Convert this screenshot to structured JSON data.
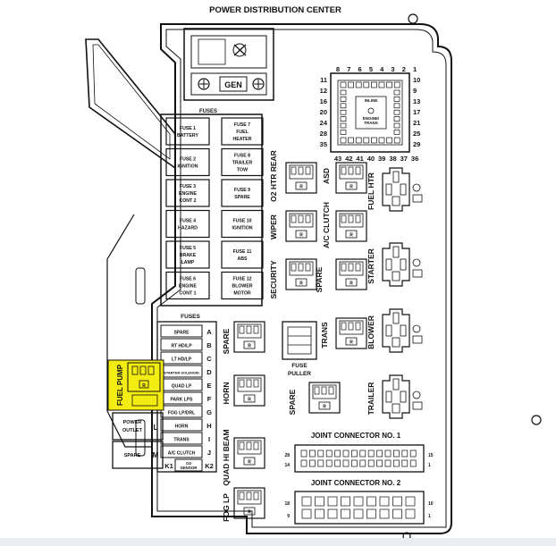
{
  "title": "POWER DISTRIBUTION CENTER",
  "generator_label": "GEN",
  "fuses_top_header": "FUSES",
  "fuses_left": [
    [
      "FUSE 1",
      "BATTERY"
    ],
    [
      "FUSE 2",
      "IGNITION"
    ],
    [
      "FUSE 3",
      "ENGINE",
      "CONT 2"
    ],
    [
      "FUSE 4",
      "HAZARD"
    ],
    [
      "FUSE 5",
      "BRAKE",
      "LAMP"
    ],
    [
      "FUSE 6",
      "ENGINE",
      "CONT 1"
    ]
  ],
  "fuses_right": [
    [
      "FUSE 7",
      "FUEL",
      "HEATER"
    ],
    [
      "FUSE 8",
      "TRAILER",
      "TOW"
    ],
    [
      "FUSE 9",
      "SPARE"
    ],
    [
      "FUSE 10",
      "IGNITION"
    ],
    [
      "FUSE 11",
      "ABS"
    ],
    [
      "FUSE 12",
      "BLOWER",
      "MOTOR"
    ]
  ],
  "connector_top_numbers": [
    "8",
    "7",
    "6",
    "5",
    "4",
    "3",
    "2",
    "1"
  ],
  "connector_left_numbers": [
    "11",
    "12",
    "16",
    "20",
    "24",
    "28",
    "35"
  ],
  "connector_right_numbers": [
    "10",
    "9",
    "13",
    "17",
    "21",
    "25",
    "29"
  ],
  "connector_bottom_numbers": [
    "43",
    "42",
    "41",
    "40",
    "39",
    "38",
    "37",
    "36"
  ],
  "connector_center_text": [
    "INLINE",
    "ENGINE/",
    "TRANS"
  ],
  "relay_labels": {
    "o2_htr_rear": "O2 HTR REAR",
    "asd": "ASD",
    "fuel_htr": "FUEL HTR",
    "wiper": "WIPER",
    "ac_clutch": "A/C CLUTCH",
    "starter": "STARTER",
    "security": "SECURITY",
    "spare_mid": "SPARE",
    "trans": "TRANS",
    "blower": "BLOWER",
    "spare_left": "SPARE",
    "horn": "HORN",
    "spare_bottom": "SPARE",
    "trailer": "TRAILER",
    "quad_hi_beam": "QUAD HI BEAM",
    "fog_lp": "FOG LP",
    "fuel_pump": "FUEL PUMP"
  },
  "fuse_puller": [
    "FUSE",
    "PULLER"
  ],
  "minifuse_header": "FUSES",
  "minifuses": [
    [
      "SPARE",
      "A"
    ],
    [
      "RT HD/LP",
      "B"
    ],
    [
      "LT HD/LP",
      "C"
    ],
    [
      "STARTER SOLENOID",
      "D"
    ],
    [
      "QUAD LP",
      "E"
    ],
    [
      "PARK LPS",
      "F"
    ],
    [
      "FOG LP/DRL",
      "G"
    ],
    [
      "HORN",
      "H"
    ],
    [
      "TRANS",
      "I"
    ],
    [
      "A/C CLUTCH",
      "J"
    ]
  ],
  "k1_label": "K1",
  "k2_label": "K2",
  "o2_sensor_label": [
    "O2",
    "SENSOR"
  ],
  "power_outlet": [
    "POWER",
    "OUTLET"
  ],
  "power_outlet_letter": "L",
  "spare_box": "SPARE",
  "spare_box_letter": "M",
  "relay_pin_mark": "R",
  "joint1_label": "JOINT CONNECTOR NO. 1",
  "joint1_pins": {
    "tl": "28",
    "tr": "15",
    "bl": "14",
    "br": "1"
  },
  "joint2_label": "JOINT CONNECTOR NO. 2",
  "joint2_pins": {
    "tl": "18",
    "tr": "10",
    "bl": "9",
    "br": "1"
  },
  "colors": {
    "highlight": "#f3ec12",
    "line": "#111111",
    "background": "#ffffff"
  }
}
